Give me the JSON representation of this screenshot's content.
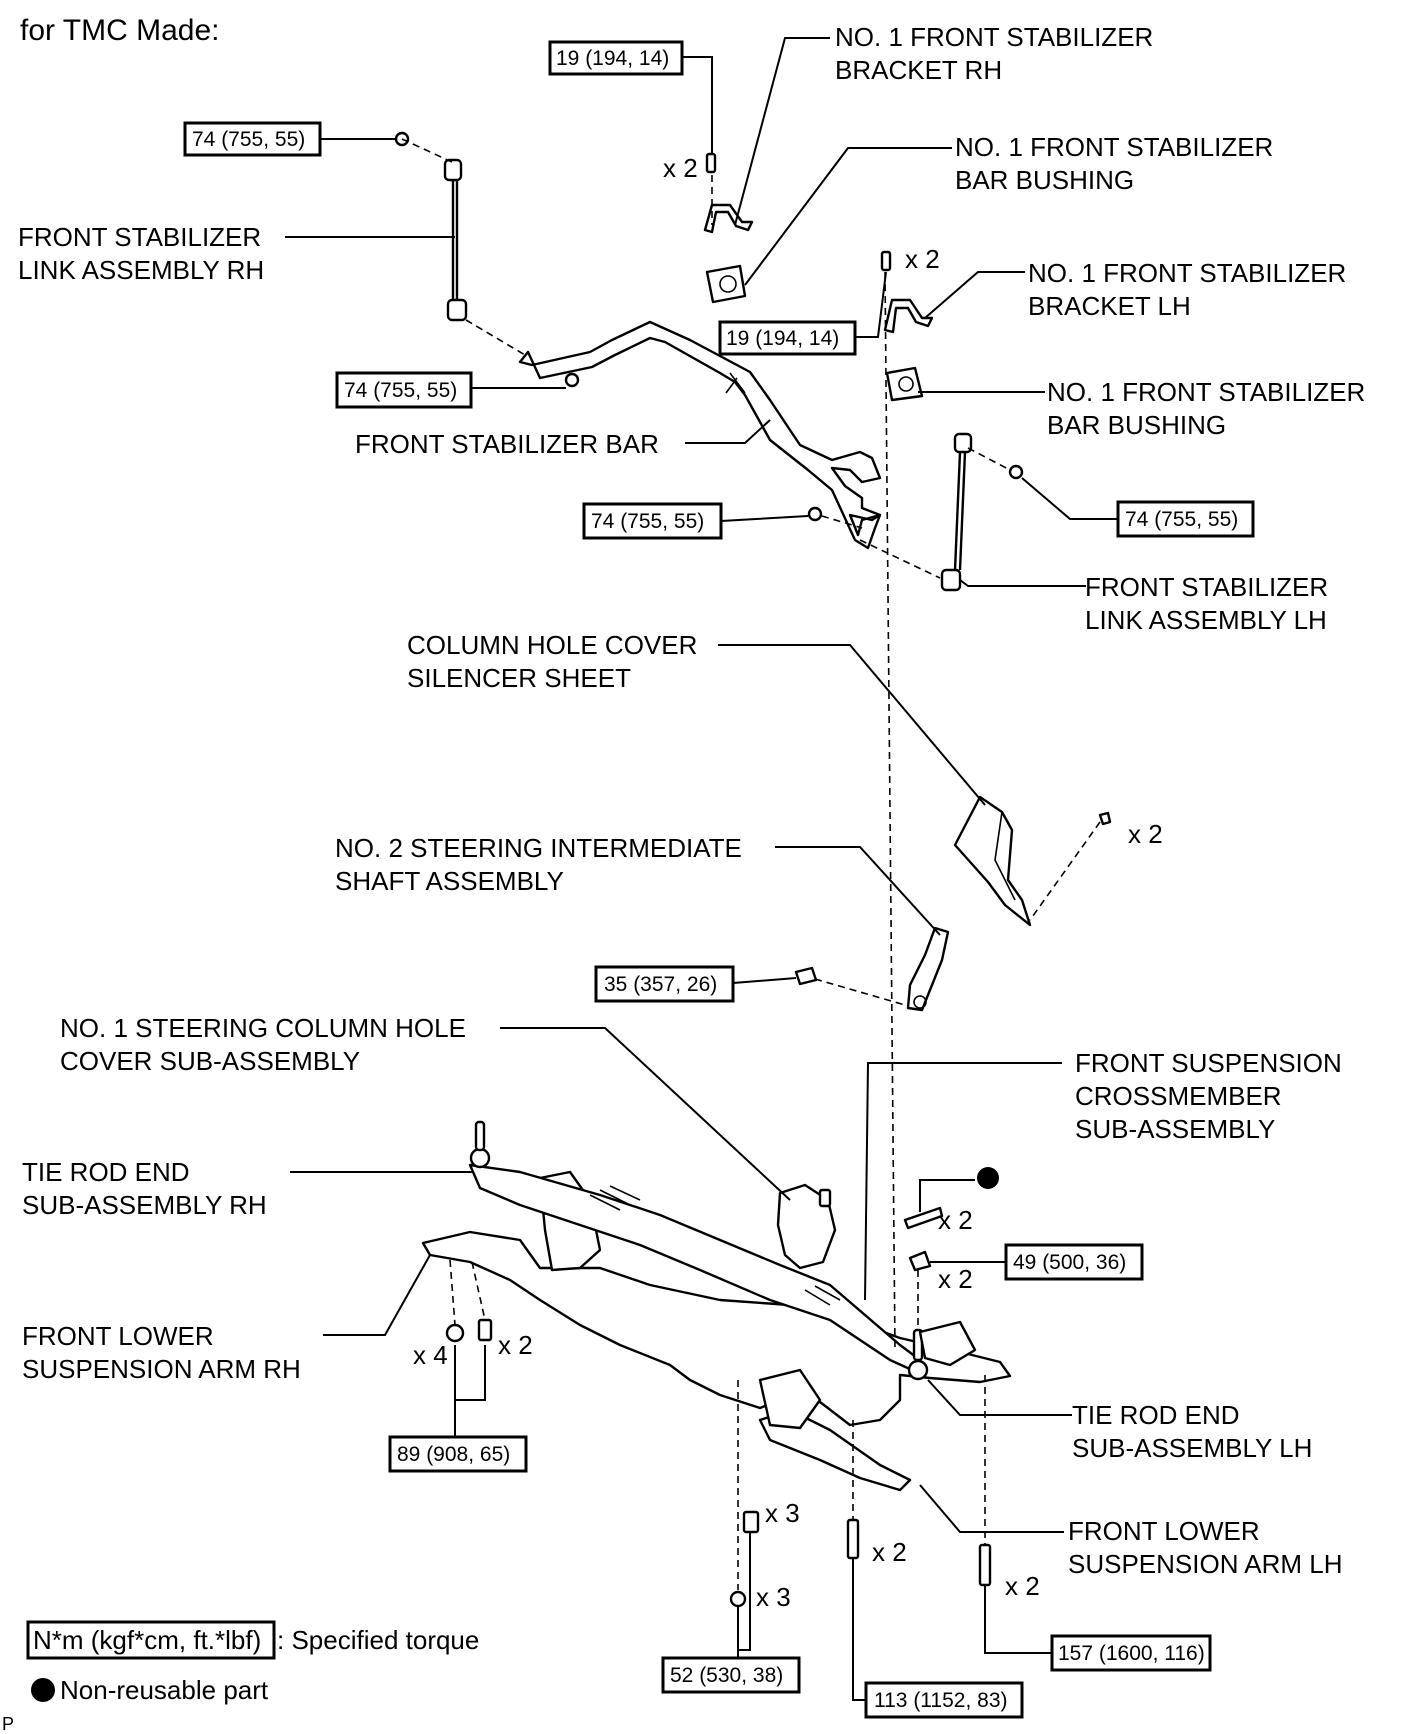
{
  "header": {
    "title": "for TMC Made:"
  },
  "labels": {
    "bracket_rh": [
      "NO. 1 FRONT STABILIZER",
      "BRACKET RH"
    ],
    "bushing_top": [
      "NO. 1 FRONT STABILIZER",
      "BAR BUSHING"
    ],
    "bracket_lh": [
      "NO. 1 FRONT STABILIZER",
      "BRACKET LH"
    ],
    "bushing_lh": [
      "NO. 1 FRONT STABILIZER",
      "BAR BUSHING"
    ],
    "link_rh": [
      "FRONT STABILIZER",
      "LINK ASSEMBLY RH"
    ],
    "stab_bar": [
      "FRONT STABILIZER BAR"
    ],
    "link_lh": [
      "FRONT STABILIZER",
      "LINK ASSEMBLY LH"
    ],
    "silencer": [
      "COLUMN HOLE COVER",
      "SILENCER SHEET"
    ],
    "shaft": [
      "NO. 2 STEERING INTERMEDIATE",
      "SHAFT ASSEMBLY"
    ],
    "hole_cover": [
      "NO. 1 STEERING COLUMN HOLE",
      "COVER SUB-ASSEMBLY"
    ],
    "crossmember": [
      "FRONT SUSPENSION",
      "CROSSMEMBER",
      "SUB-ASSEMBLY"
    ],
    "tie_rod_rh": [
      "TIE ROD END",
      "SUB-ASSEMBLY RH"
    ],
    "tie_rod_lh": [
      "TIE ROD END",
      "SUB-ASSEMBLY LH"
    ],
    "lower_arm_rh": [
      "FRONT LOWER",
      "SUSPENSION ARM RH"
    ],
    "lower_arm_lh": [
      "FRONT LOWER",
      "SUSPENSION ARM LH"
    ]
  },
  "torques": {
    "t_bracket_rh": "19 (194, 14)",
    "t_link_rh_top": "74 (755, 55)",
    "t_bracket_lh": "19 (194, 14)",
    "t_link_rh_bottom": "74 (755, 55)",
    "t_link_lh_bottom": "74 (755, 55)",
    "t_link_lh_top": "74 (755, 55)",
    "t_shaft": "35 (357, 26)",
    "t_crossmember_nut": "49 (500, 36)",
    "t_lower_arm_rh": "89 (908, 65)",
    "t_bottom_52": "52 (530, 38)",
    "t_bottom_113": "113 (1152, 83)",
    "t_bottom_157": "157 (1600, 116)"
  },
  "quantities": {
    "q_bracket_rh": "x 2",
    "q_bracket_lh": "x 2",
    "q_silencer": "x 2",
    "q_bolt_nr": "x 2",
    "q_nut_49": "x 2",
    "q_arm_rh_nut": "x 4",
    "q_arm_rh_bolt": "x 2",
    "q_bottom_x3a": "x 3",
    "q_bottom_x3b": "x 3",
    "q_bottom_113": "x 2",
    "q_bottom_157": "x 2"
  },
  "legend": {
    "torque_unit": "N*m (kgf*cm, ft.*lbf)",
    "torque_desc": ": Specified torque",
    "nonreusable": "Non-reusable part"
  },
  "footer": {
    "code": "P"
  }
}
